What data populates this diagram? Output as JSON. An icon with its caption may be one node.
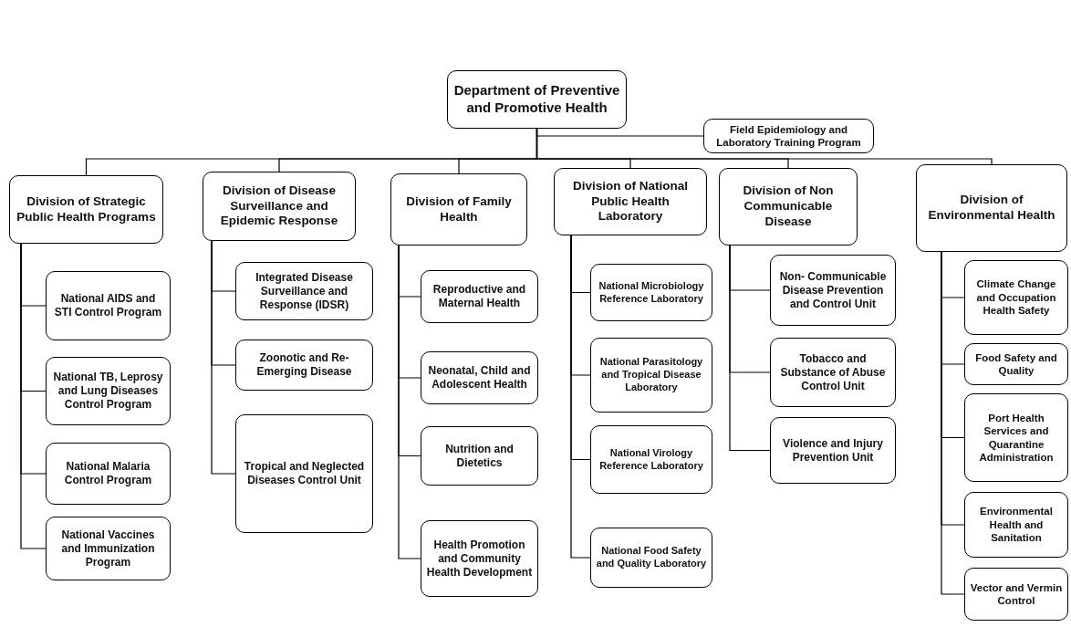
{
  "diagram": {
    "nodes": [
      {
        "text": [
          "Department of Preventive and Promotive Health"
        ]
      },
      {
        "text": [
          "Field Epidemiology and Laboratory Training Program"
        ]
      },
      {
        "text": [
          "Division of Strategic Public Health Programs"
        ]
      },
      {
        "text": [
          "National AIDS and STI Control Program"
        ]
      },
      {
        "text": [
          "National TB, Leprosy and Lung Diseases Control Program"
        ]
      },
      {
        "text": [
          "National Malaria Control Program"
        ]
      },
      {
        "text": [
          "National Vaccines and Immunization Program"
        ]
      },
      {
        "text": [
          "Division of Disease Surveillance and Epidemic Response"
        ]
      },
      {
        "text": [
          "Integrated Disease Surveillance and Response (IDSR)"
        ]
      },
      {
        "text": [
          "Zoonotic and Re-Emerging Disease"
        ]
      },
      {
        "text": [
          "Tropical and Neglected Diseases Control Unit"
        ]
      },
      {
        "text": [
          "Division of Family Health"
        ]
      },
      {
        "text": [
          "Reproductive and Maternal Health"
        ]
      },
      {
        "text": [
          "Neonatal, Child and Adolescent Health"
        ]
      },
      {
        "text": [
          "Nutrition and Dietetics"
        ]
      },
      {
        "text": [
          "Health Promotion and Community Health Development"
        ]
      },
      {
        "text": [
          "Division of National Public Health Laboratory"
        ]
      },
      {
        "text": [
          "National Microbiology Reference Laboratory"
        ]
      },
      {
        "text": [
          "National Parasitology and Tropical Disease Laboratory"
        ]
      },
      {
        "text": [
          "National Virology Reference Laboratory"
        ]
      },
      {
        "text": [
          "National Food Safety and Quality Laboratory"
        ]
      },
      {
        "text": [
          "Division of Non Communicable Disease"
        ]
      },
      {
        "text": [
          "Non- Communicable Disease Prevention and Control Unit"
        ]
      },
      {
        "text": [
          "Tobacco and Substance of Abuse Control Unit"
        ]
      },
      {
        "text": [
          "Violence and Injury Prevention Unit"
        ]
      },
      {
        "text": [
          "Division of Environmental Health"
        ]
      },
      {
        "text": [
          "Climate Change and Occupation Health Safety"
        ]
      },
      {
        "text": [
          "Food Safety and Quality"
        ]
      },
      {
        "text": [
          "Port Health Services and Quarantine Administration"
        ]
      },
      {
        "text": [
          "Environmental Health and Sanitation"
        ]
      },
      {
        "text": [
          "Vector and Vermin Control"
        ]
      }
    ],
    "edges": [
      {
        "from": 0,
        "to": 1,
        "arrow": "none"
      },
      {
        "from": 0,
        "to": 2,
        "arrow": "none"
      },
      {
        "from": 0,
        "to": 7,
        "arrow": "none"
      },
      {
        "from": 0,
        "to": 11,
        "arrow": "none"
      },
      {
        "from": 0,
        "to": 16,
        "arrow": "none"
      },
      {
        "from": 0,
        "to": 21,
        "arrow": "none"
      },
      {
        "from": 0,
        "to": 25,
        "arrow": "none"
      },
      {
        "from": 2,
        "to": 3,
        "arrow": "none"
      },
      {
        "from": 2,
        "to": 4,
        "arrow": "none"
      },
      {
        "from": 2,
        "to": 5,
        "arrow": "none"
      },
      {
        "from": 2,
        "to": 6,
        "arrow": "none"
      },
      {
        "from": 7,
        "to": 8,
        "arrow": "none"
      },
      {
        "from": 7,
        "to": 9,
        "arrow": "none"
      },
      {
        "from": 7,
        "to": 10,
        "arrow": "none"
      },
      {
        "from": 11,
        "to": 12,
        "arrow": "none"
      },
      {
        "from": 11,
        "to": 13,
        "arrow": "none"
      },
      {
        "from": 11,
        "to": 14,
        "arrow": "none"
      },
      {
        "from": 11,
        "to": 15,
        "arrow": "none"
      },
      {
        "from": 16,
        "to": 17,
        "arrow": "none"
      },
      {
        "from": 16,
        "to": 18,
        "arrow": "none"
      },
      {
        "from": 16,
        "to": 19,
        "arrow": "none"
      },
      {
        "from": 16,
        "to": 20,
        "arrow": "none"
      },
      {
        "from": 21,
        "to": 22,
        "arrow": "none"
      },
      {
        "from": 21,
        "to": 23,
        "arrow": "none"
      },
      {
        "from": 21,
        "to": 24,
        "arrow": "none"
      },
      {
        "from": 25,
        "to": 26,
        "arrow": "none"
      },
      {
        "from": 25,
        "to": 27,
        "arrow": "none"
      },
      {
        "from": 25,
        "to": 28,
        "arrow": "none"
      },
      {
        "from": 25,
        "to": 29,
        "arrow": "none"
      },
      {
        "from": 25,
        "to": 30,
        "arrow": "none"
      }
    ]
  }
}
